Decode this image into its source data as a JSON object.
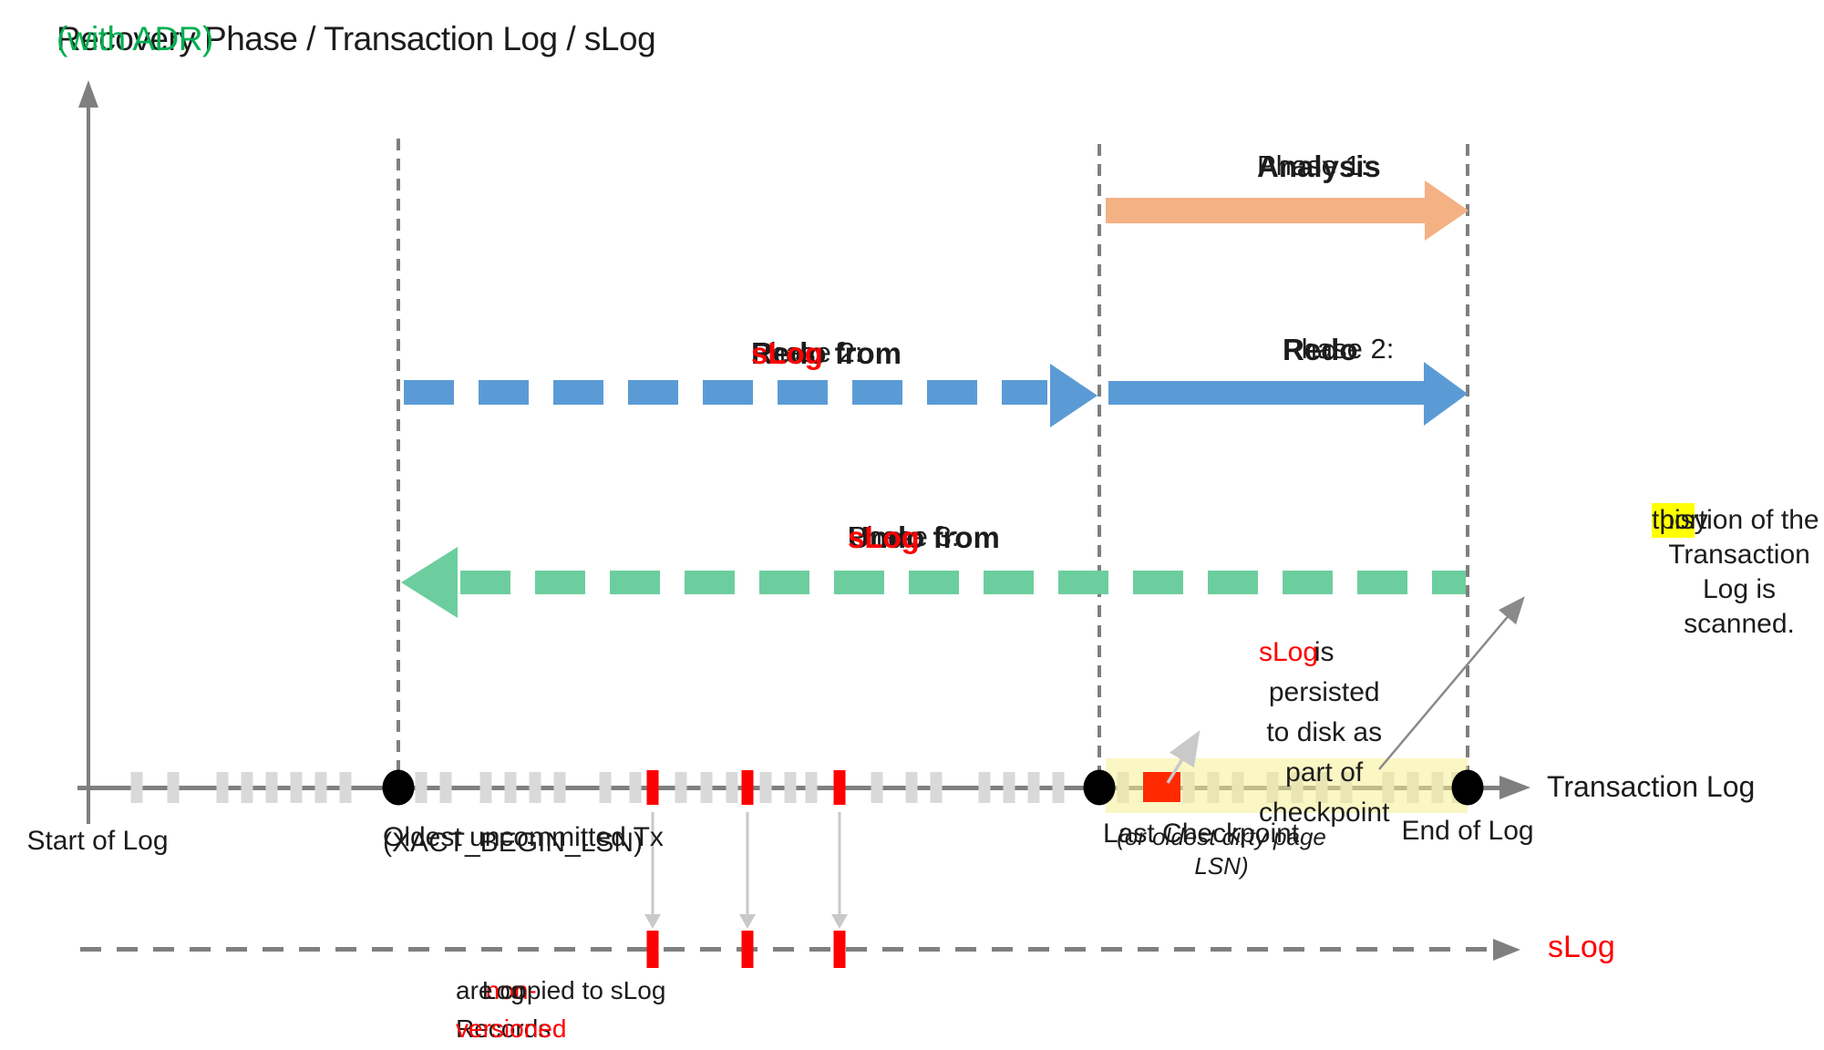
{
  "title": {
    "main": "Recovery Phase / Transaction Log / sLog ",
    "suffix": "(with ADR)"
  },
  "phases": {
    "analysis": {
      "prefix": "Phase 1: ",
      "name": "Analysis"
    },
    "redo_slog": {
      "prefix": "Phase 2: ",
      "name": "Redo from ",
      "accent": "sLog"
    },
    "redo": {
      "prefix": "Phase 2: ",
      "name": "Redo"
    },
    "undo_slog": {
      "prefix": "Phase 3: ",
      "name": "Undo from ",
      "accent": "sLog"
    }
  },
  "notes": {
    "scan": {
      "before": "Only ",
      "highlight": "this",
      "after": " portion of the Transaction Log is scanned."
    },
    "persist": {
      "accent": "sLog",
      "rest": " is persisted to disk as part of checkpoint"
    },
    "copy": {
      "line1_black": "Log Records for ",
      "line1_red": "non-versioned ops",
      "line2": "are copied to sLog"
    }
  },
  "axis_labels": {
    "transaction_log": "Transaction Log",
    "slog": "sLog",
    "start_of_log": "Start of Log",
    "oldest_tx": {
      "line1": "Oldest uncommitted Tx",
      "line2": "(XACT_BEGIN_LSN)"
    },
    "checkpoint": {
      "line1": "Last Checkpoint",
      "line2": "(or oldest dirty page LSN)"
    },
    "end_of_log": "End of Log"
  },
  "colors": {
    "green_accent": "#00B050",
    "orange": "#F4B183",
    "blue": "#5B9BD5",
    "mint": "#6CCE9E",
    "red": "#FF0000",
    "red_square": "#FF2A00",
    "band": "#F6F096",
    "highlight": "#FFFF00",
    "line_gray": "#7F7F7F",
    "tick_gray": "#D9D9D9",
    "light_arrow": "#C9C9C9"
  },
  "diagram": {
    "gray_ticks": [
      150,
      190,
      244,
      271,
      298,
      325,
      352,
      379,
      462,
      489,
      533,
      560,
      587,
      614,
      664,
      697,
      747,
      775,
      803,
      840,
      867,
      890,
      962,
      1000,
      1027,
      1080,
      1107,
      1134,
      1161,
      1232,
      1304,
      1331,
      1358,
      1396,
      1423,
      1450,
      1477,
      1523,
      1550,
      1577,
      1599
    ],
    "red_ticks": [
      716,
      820,
      921
    ],
    "markers": [
      437,
      1206,
      1610
    ]
  }
}
